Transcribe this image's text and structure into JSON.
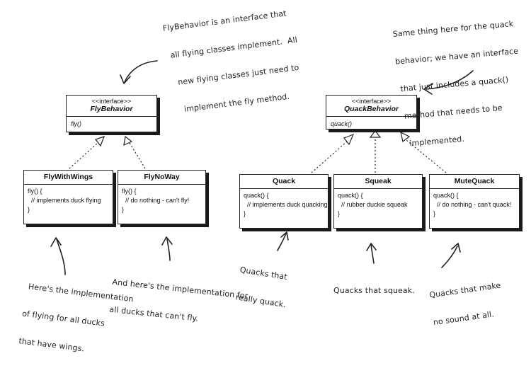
{
  "interfaces": {
    "fly": {
      "stereotype": "<<interface>>",
      "name": "FlyBehavior",
      "method": "fly()"
    },
    "quack": {
      "stereotype": "<<interface>>",
      "name": "QuackBehavior",
      "method": "quack()"
    }
  },
  "classes": {
    "fly_with_wings": {
      "name": "FlyWithWings",
      "line1": "fly() {",
      "line2": "  // implements duck flying",
      "line3": "}"
    },
    "fly_no_way": {
      "name": "FlyNoWay",
      "line1": "fly() {",
      "line2": "  // do nothing - can't fly!",
      "line3": "}"
    },
    "quack": {
      "name": "Quack",
      "line1": "quack() {",
      "line2": "  // implements duck quacking",
      "line3": "}"
    },
    "squeak": {
      "name": "Squeak",
      "line1": "quack() {",
      "line2": "  // rubber duckie squeak",
      "line3": "}"
    },
    "mute_quack": {
      "name": "MuteQuack",
      "line1": "quack() {",
      "line2": "  // do nothing - can't quack!",
      "line3": "}"
    }
  },
  "notes": {
    "fly_interface": [
      "FlyBehavior is an interface that",
      "all flying classes implement.  All",
      "new flying classes just need to",
      "implement the fly method."
    ],
    "quack_interface": [
      "Same thing here for the quack",
      "behavior; we have an interface",
      "that just includes a quack()",
      "method that needs to be",
      "implemented."
    ],
    "fly_with_wings": [
      "Here's the implementation",
      "of flying for all ducks",
      "that have wings."
    ],
    "fly_no_way": [
      "And here's the implementation for",
      "all ducks that can't fly."
    ],
    "quack": [
      "Quacks that",
      "really quack."
    ],
    "squeak": [
      "Quacks that squeak."
    ],
    "mute_quack": [
      "Quacks that make",
      "no sound at all."
    ]
  }
}
